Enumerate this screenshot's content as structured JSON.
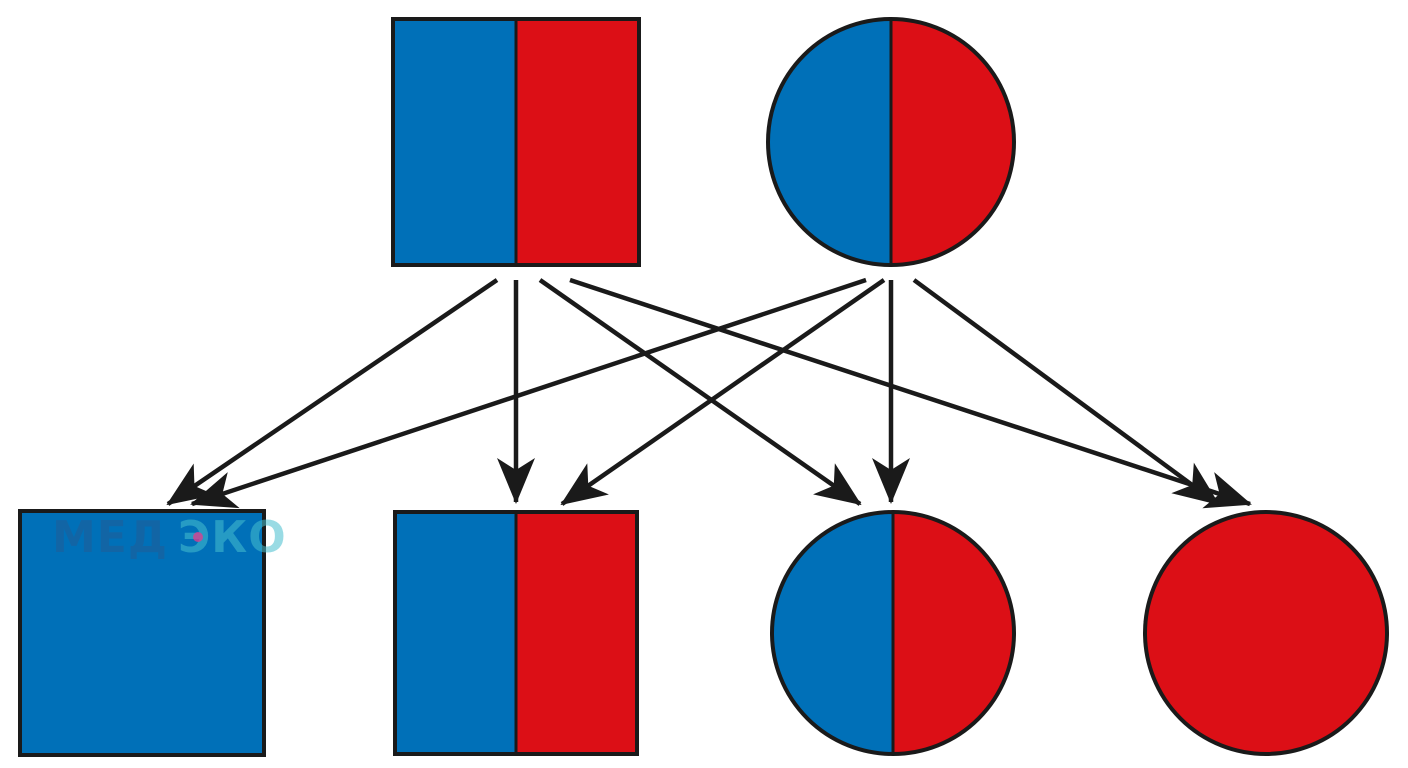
{
  "colors": {
    "dominant": "#0070b8",
    "recessive": "#dc0f16",
    "outline": "#1a1a1a",
    "watermark": "#1f5f9a",
    "watermark_accent": "#46bfcf",
    "watermark_dot": "#e63a8c"
  },
  "watermark": {
    "part1": "МЕД",
    "part2": "ЭКО"
  },
  "parents": [
    {
      "id": "father",
      "shape": "square",
      "fill": "half"
    },
    {
      "id": "mother",
      "shape": "circle",
      "fill": "half"
    }
  ],
  "children": [
    {
      "id": "son-affected",
      "shape": "square",
      "fill": "blue"
    },
    {
      "id": "son-carrier",
      "shape": "square",
      "fill": "half"
    },
    {
      "id": "daughter-carrier",
      "shape": "circle",
      "fill": "half"
    },
    {
      "id": "daughter-red",
      "shape": "circle",
      "fill": "red"
    }
  ],
  "edges": [
    {
      "from": "father",
      "to": "son-affected"
    },
    {
      "from": "father",
      "to": "son-carrier"
    },
    {
      "from": "father",
      "to": "daughter-carrier"
    },
    {
      "from": "father",
      "to": "daughter-red"
    },
    {
      "from": "mother",
      "to": "son-affected"
    },
    {
      "from": "mother",
      "to": "son-carrier"
    },
    {
      "from": "mother",
      "to": "daughter-carrier"
    },
    {
      "from": "mother",
      "to": "daughter-red"
    }
  ]
}
